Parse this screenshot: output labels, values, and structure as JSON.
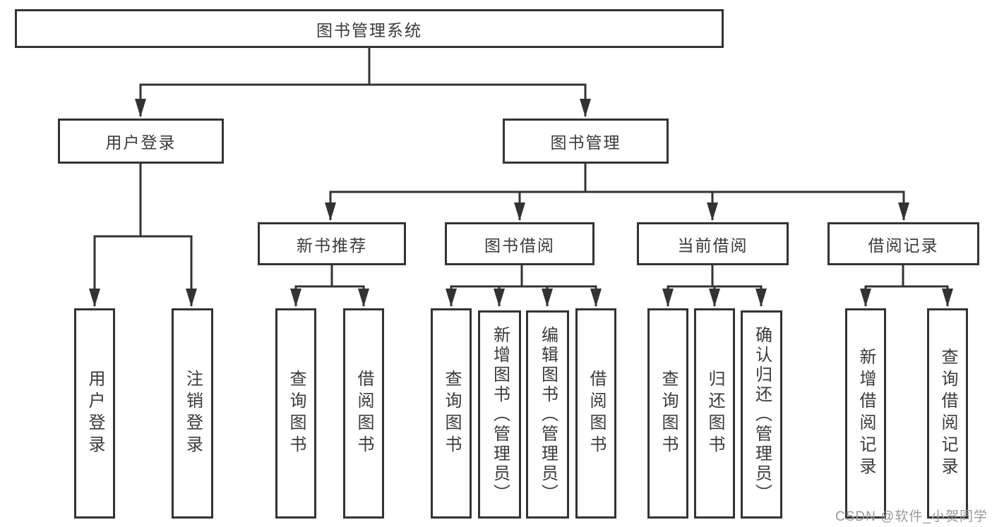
{
  "nodes": {
    "root": "图书管理系统",
    "user_login": "用户登录",
    "book_mgmt": "图书管理",
    "new_book_rec": "新书推荐",
    "book_borrow": "图书借阅",
    "current_borrow": "当前借阅",
    "borrow_record": "借阅记录",
    "leaf_user_login": "用户登录",
    "leaf_logout": "注销登录",
    "leaf_query_book_1": "查询图书",
    "leaf_borrow_book_1": "借阅图书",
    "leaf_query_book_2": "查询图书",
    "leaf_add_book_admin": "新增图书（管理员）",
    "leaf_edit_book_admin": "编辑图书（管理员）",
    "leaf_borrow_book_2": "借阅图书",
    "leaf_query_book_3": "查询图书",
    "leaf_return_book": "归还图书",
    "leaf_confirm_return_admin": "确认归还（管理员）",
    "leaf_add_borrow_record": "新增借阅记录",
    "leaf_query_borrow_record": "查询借阅记录"
  },
  "watermark": "CSDN @软件_小贺同学",
  "colors": {
    "line": "#333333",
    "text": "#3a3a3a",
    "watermark": "#999999",
    "bg": "#ffffff"
  }
}
